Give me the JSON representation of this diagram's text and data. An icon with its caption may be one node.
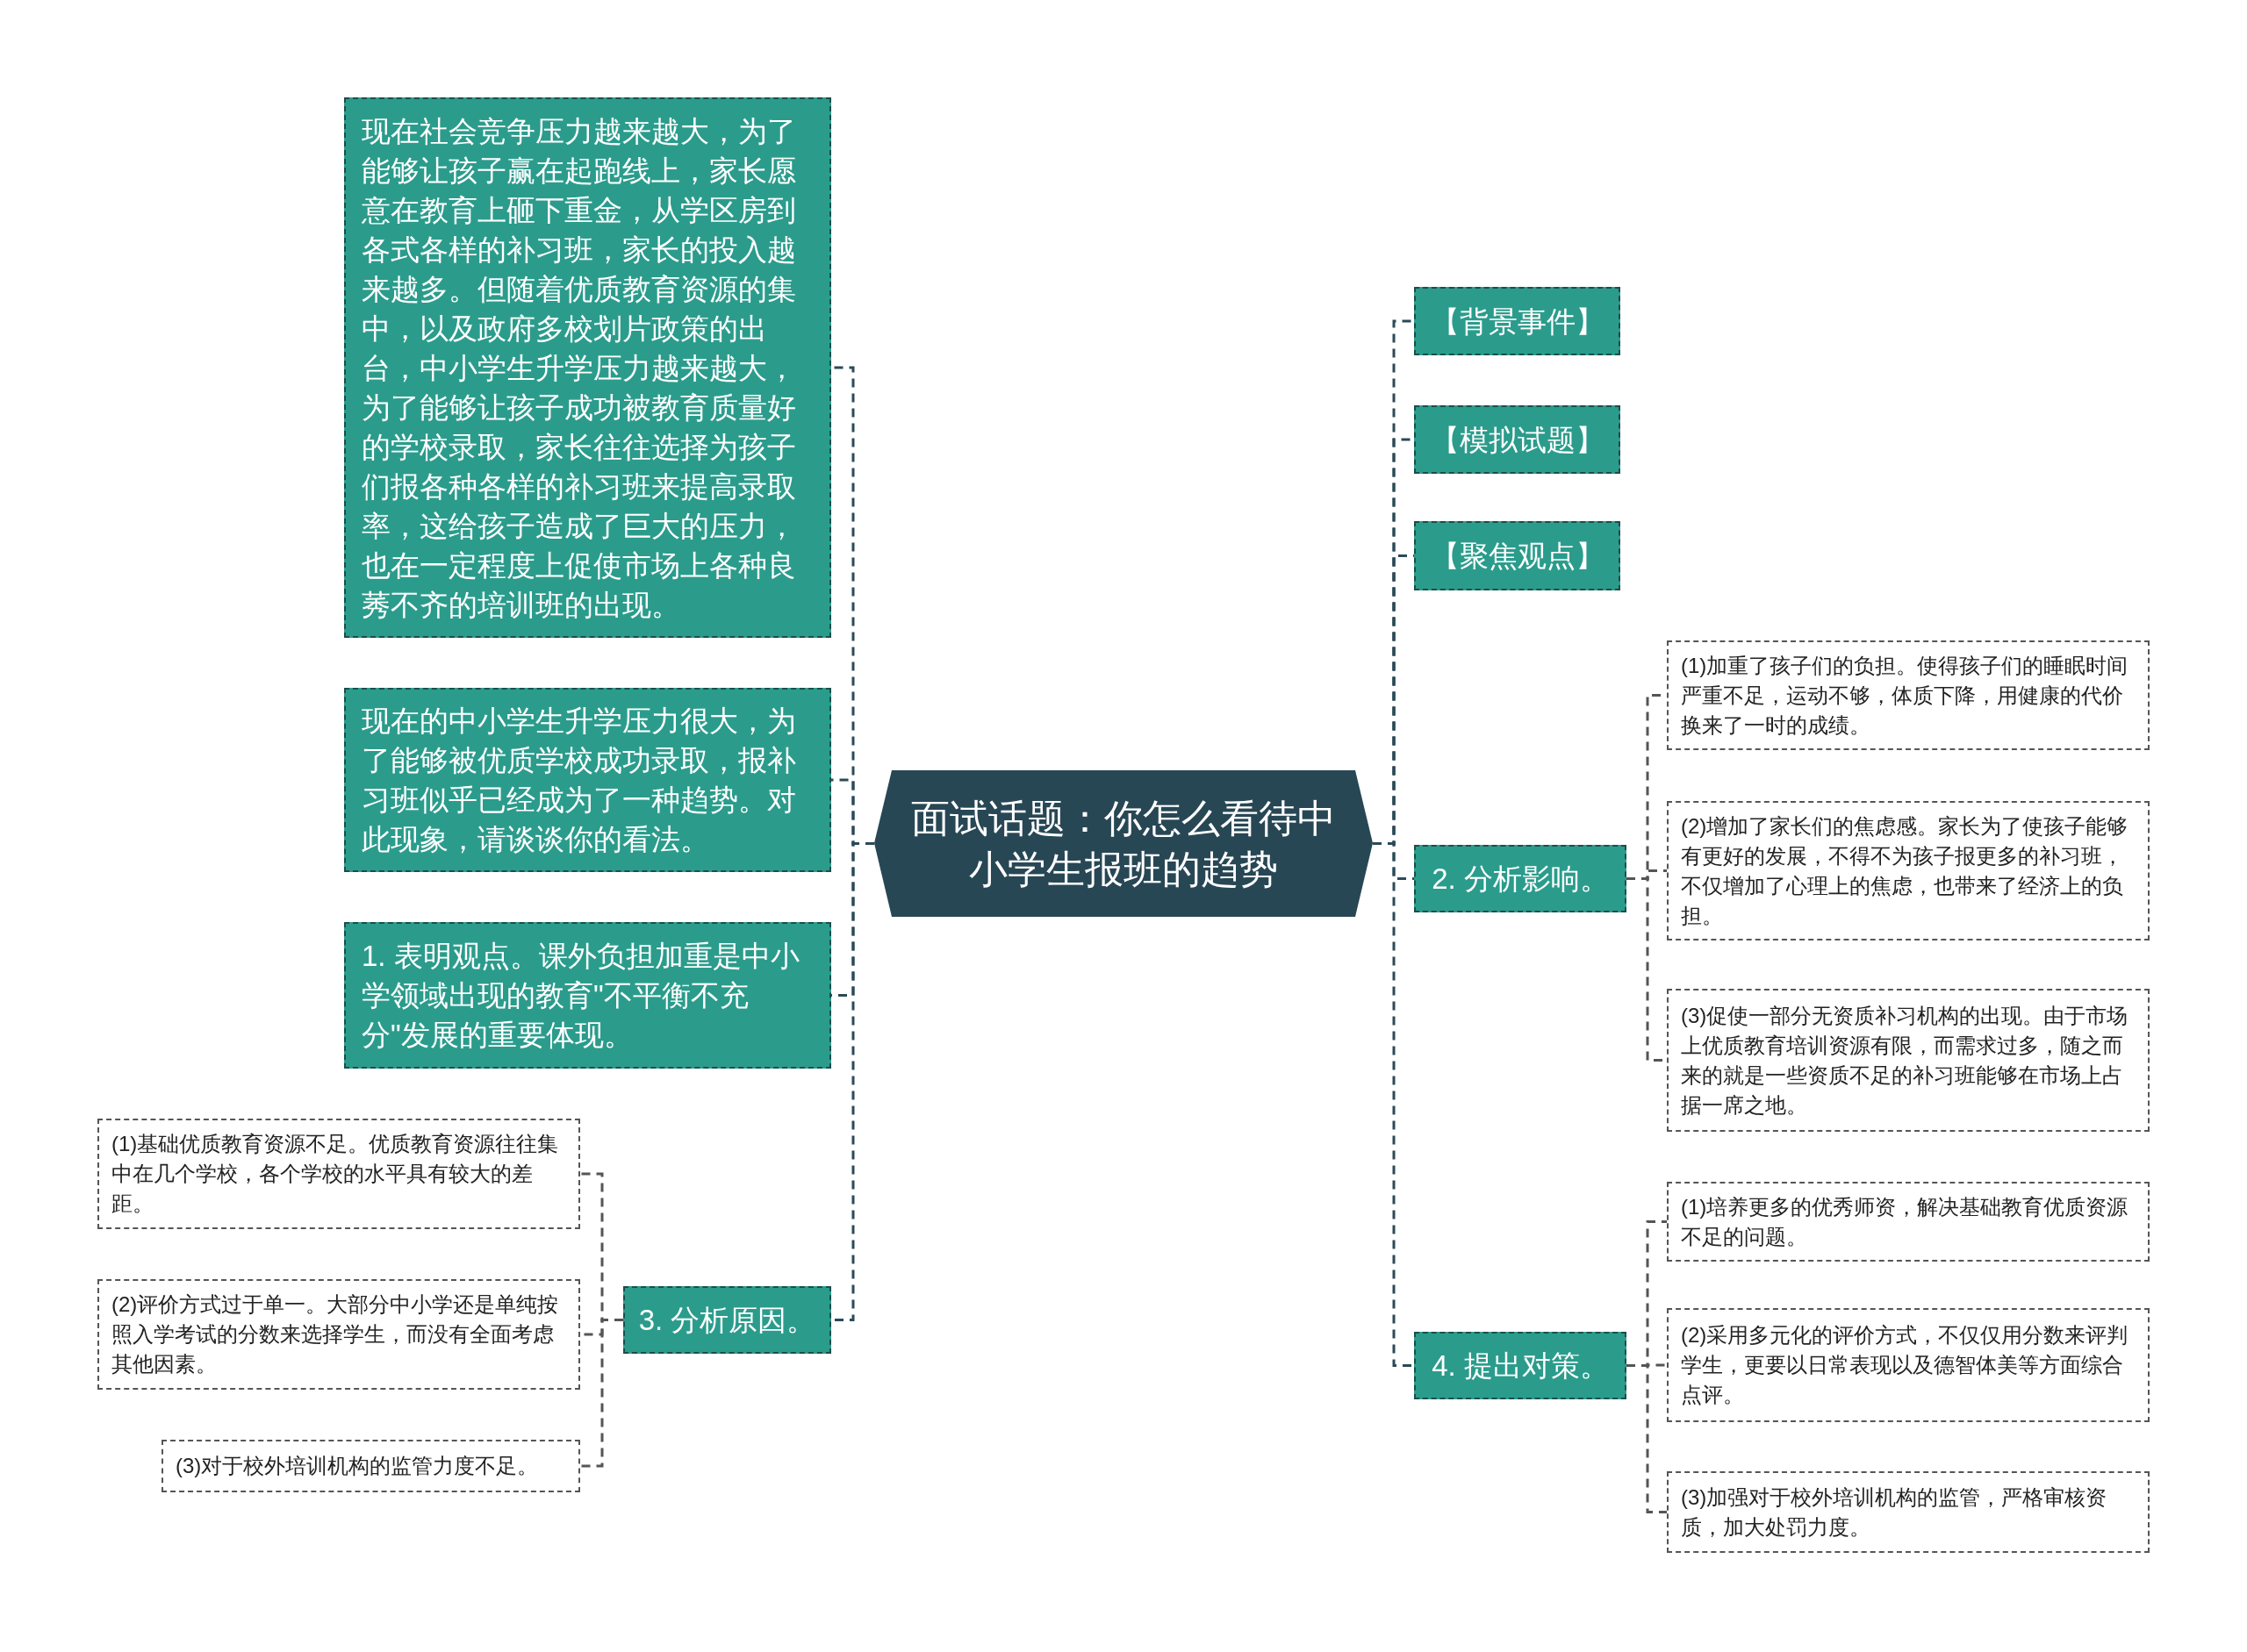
{
  "diagram": {
    "nodes": [
      {
        "text": [
          "面试话题：你怎么看待中小学生报班的趋势"
        ]
      },
      {
        "text": [
          "现在社会竞争压力越来越大，为了能够让孩子赢在起跑线上，家长愿意在教育上砸下重金，从学区房到各式各样的补习班，家长的投入越来越多。但随着优质教育资源的集中，以及政府多校划片政策的出台，中小学生升学压力越来越大，为了能够让孩子成功被教育质量好的学校录取，家长往往选择为孩子们报各种各样的补习班来提高录取率，这给孩子造成了巨大的压力，也在一定程度上促使市场上各种良莠不齐的培训班的出现。"
        ]
      },
      {
        "text": [
          "现在的中小学生升学压力很大，为了能够被优质学校成功录取，报补习班似乎已经成为了一种趋势。对此现象，请谈谈你的看法。"
        ]
      },
      {
        "text": [
          "1. 表明观点。课外负担加重是中小学领域出现的教育\"不平衡不充分\"发展的重要体现。"
        ]
      },
      {
        "text": [
          "3. 分析原因。"
        ]
      },
      {
        "text": [
          "(1)基础优质教育资源不足。优质教育资源往往集中在几个学校，各个学校的水平具有较大的差距。"
        ]
      },
      {
        "text": [
          "(2)评价方式过于单一。大部分中小学还是单纯按照入学考试的分数来选择学生，而没有全面考虑其他因素。"
        ]
      },
      {
        "text": [
          "(3)对于校外培训机构的监管力度不足。"
        ]
      },
      {
        "text": [
          "【背景事件】"
        ]
      },
      {
        "text": [
          "【模拟试题】"
        ]
      },
      {
        "text": [
          "【聚焦观点】"
        ]
      },
      {
        "text": [
          "2. 分析影响。"
        ]
      },
      {
        "text": [
          "(1)加重了孩子们的负担。使得孩子们的睡眠时间严重不足，运动不够，体质下降，用健康的代价换来了一时的成绩。"
        ]
      },
      {
        "text": [
          "(2)增加了家长们的焦虑感。家长为了使孩子能够有更好的发展，不得不为孩子报更多的补习班，不仅增加了心理上的焦虑，也带来了经济上的负担。"
        ]
      },
      {
        "text": [
          "(3)促使一部分无资质补习机构的出现。由于市场上优质教育培训资源有限，而需求过多，随之而来的就是一些资质不足的补习班能够在市场上占据一席之地。"
        ]
      },
      {
        "text": [
          "4. 提出对策。"
        ]
      },
      {
        "text": [
          "(1)培养更多的优秀师资，解决基础教育优质资源不足的问题。"
        ]
      },
      {
        "text": [
          "(2)采用多元化的评价方式，不仅仅用分数来评判学生，更要以日常表现以及德智体美等方面综合点评。"
        ]
      },
      {
        "text": [
          "(3)加强对于校外培训机构的监管，严格审核资质，加大处罚力度。"
        ]
      }
    ],
    "edges": [
      {
        "from": 0,
        "to": 1,
        "arrow": "none"
      },
      {
        "from": 0,
        "to": 2,
        "arrow": "none"
      },
      {
        "from": 0,
        "to": 3,
        "arrow": "none"
      },
      {
        "from": 0,
        "to": 4,
        "arrow": "none"
      },
      {
        "from": 4,
        "to": 5,
        "arrow": "none"
      },
      {
        "from": 4,
        "to": 6,
        "arrow": "none"
      },
      {
        "from": 4,
        "to": 7,
        "arrow": "none"
      },
      {
        "from": 0,
        "to": 8,
        "arrow": "none"
      },
      {
        "from": 0,
        "to": 9,
        "arrow": "none"
      },
      {
        "from": 0,
        "to": 10,
        "arrow": "none"
      },
      {
        "from": 0,
        "to": 11,
        "arrow": "none"
      },
      {
        "from": 11,
        "to": 12,
        "arrow": "none"
      },
      {
        "from": 11,
        "to": 13,
        "arrow": "none"
      },
      {
        "from": 11,
        "to": 14,
        "arrow": "none"
      },
      {
        "from": 0,
        "to": 15,
        "arrow": "none"
      },
      {
        "from": 15,
        "to": 16,
        "arrow": "none"
      },
      {
        "from": 15,
        "to": 17,
        "arrow": "none"
      },
      {
        "from": 15,
        "to": 18,
        "arrow": "none"
      }
    ]
  }
}
